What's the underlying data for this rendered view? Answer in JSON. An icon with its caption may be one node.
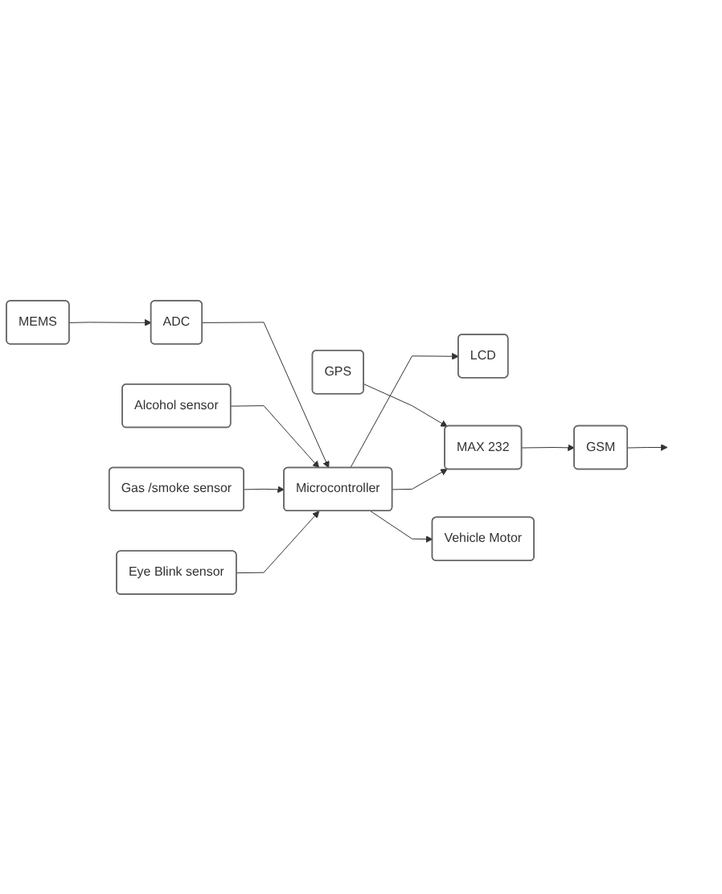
{
  "diagram": {
    "nodes": [
      {
        "text": [
          "MEMS"
        ]
      },
      {
        "text": [
          "ADC"
        ]
      },
      {
        "text": [
          "Alcohol sensor"
        ]
      },
      {
        "text": [
          "Gas /smoke sensor"
        ]
      },
      {
        "text": [
          "Eye Blink sensor"
        ]
      },
      {
        "text": [
          "Microcontroller"
        ]
      },
      {
        "text": [
          "LCD"
        ]
      },
      {
        "text": [
          "GPS"
        ]
      },
      {
        "text": [
          "MAX 232"
        ]
      },
      {
        "text": [
          "GSM"
        ]
      },
      {
        "text": [
          "Vehicle Motor"
        ]
      }
    ],
    "edges": [
      {
        "from": 0,
        "to": 1,
        "arrow": "to"
      },
      {
        "from": 1,
        "to": 5,
        "arrow": "to"
      },
      {
        "from": 2,
        "to": 5,
        "arrow": "to"
      },
      {
        "from": 3,
        "to": 5,
        "arrow": "to"
      },
      {
        "from": 4,
        "to": 5,
        "arrow": "to"
      },
      {
        "from": 5,
        "to": 6,
        "arrow": "to"
      },
      {
        "from": 7,
        "to": 8,
        "arrow": "to"
      },
      {
        "from": 5,
        "to": 8,
        "arrow": "to"
      },
      {
        "from": 8,
        "to": 9,
        "arrow": "to"
      },
      {
        "from": 9,
        "to": null,
        "arrow": "to"
      },
      {
        "from": 5,
        "to": 10,
        "arrow": "to"
      }
    ]
  }
}
